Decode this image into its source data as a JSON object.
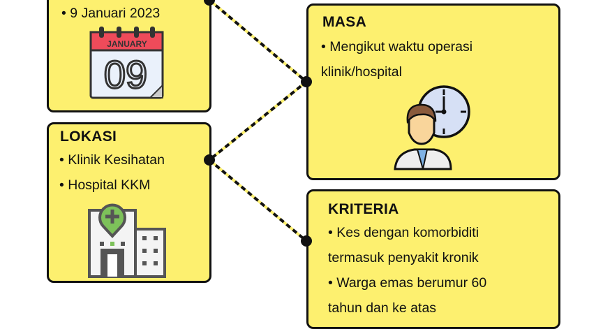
{
  "tarikh": {
    "items": [
      "• 9 Januari 2023"
    ],
    "calendar": {
      "month": "JANUARY",
      "day": "09"
    }
  },
  "lokasi": {
    "title": "LOKASI",
    "items": [
      "• Klinik Kesihatan",
      "• Hospital KKM"
    ]
  },
  "masa": {
    "title": "MASA",
    "lines": [
      "• Mengikut waktu operasi",
      "klinik/hospital"
    ]
  },
  "kriteria": {
    "title": "KRITERIA",
    "lines": [
      "• Kes dengan komorbiditi",
      "termasuk penyakit kronik",
      "• Warga emas berumur 60",
      "tahun dan ke atas"
    ]
  },
  "colors": {
    "box": "#fdf06f",
    "calendar_red": "#ef4b5a",
    "hospital_green": "#7dc15a",
    "clock_face": "#d6e0f5"
  }
}
